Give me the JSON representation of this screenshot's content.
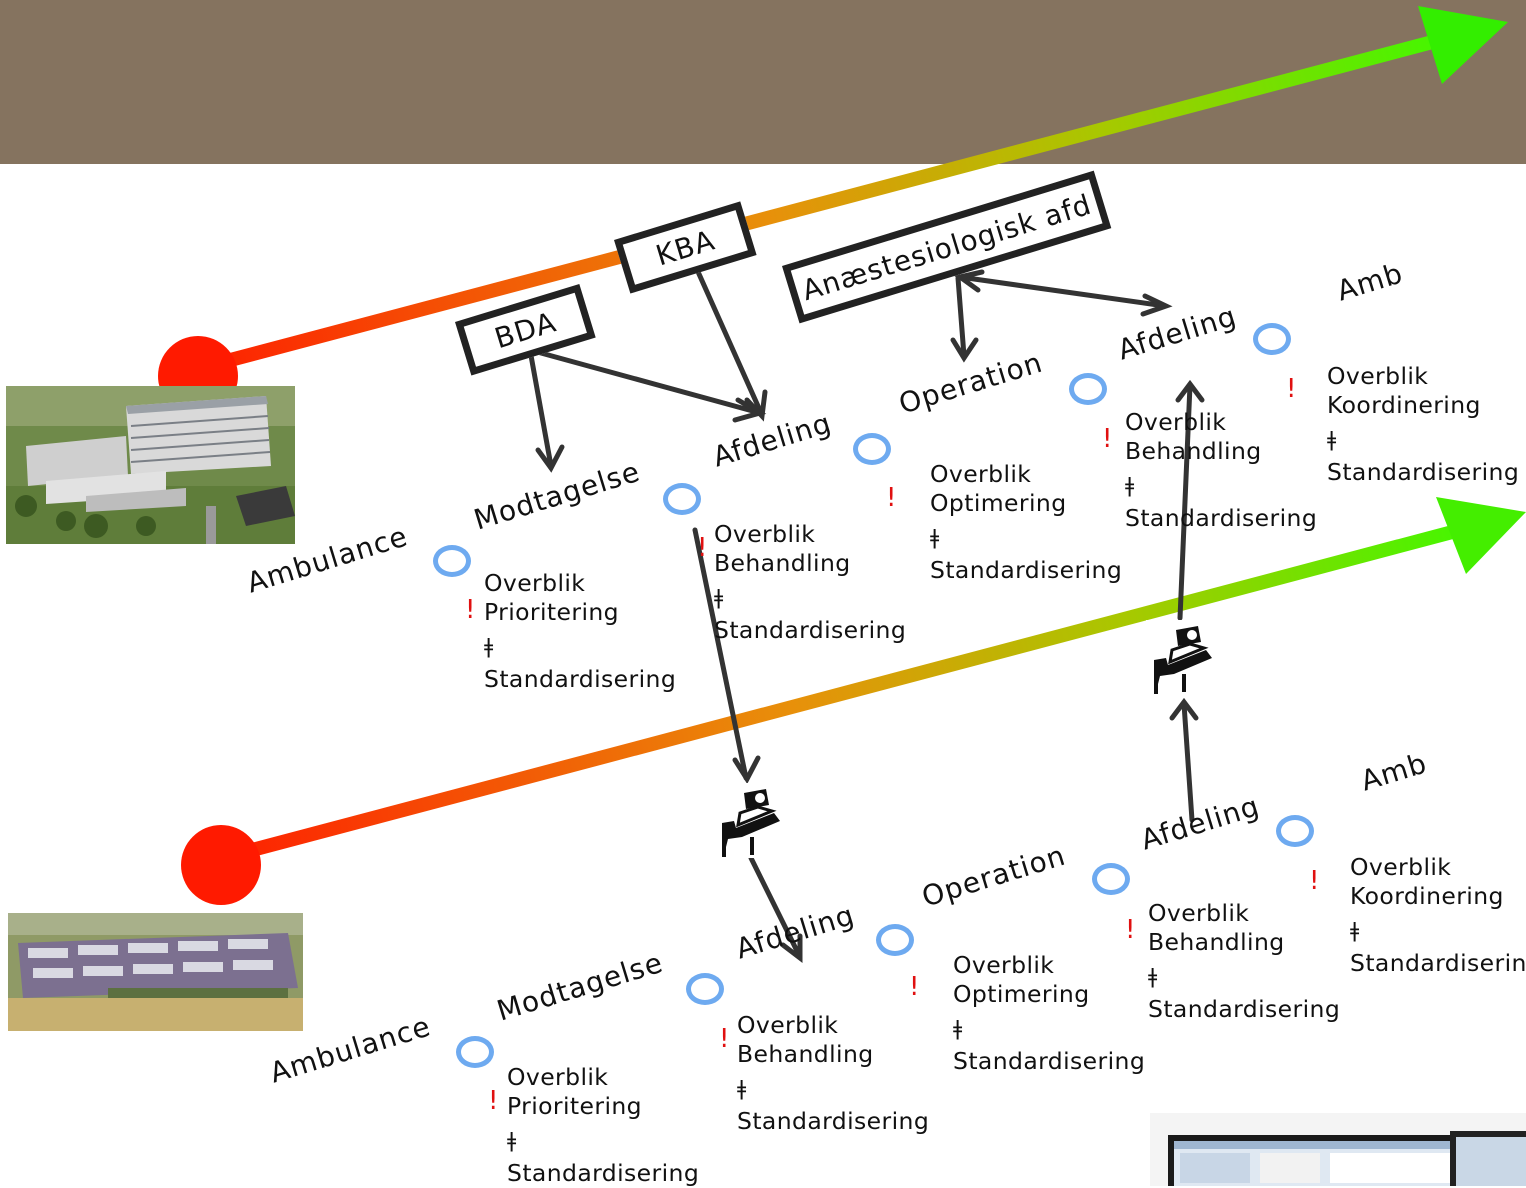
{
  "colors": {
    "header": "#85735f",
    "arrow_start": "#ff1a00",
    "arrow_end": "#33ff00",
    "node_ring": "#6eaaf0",
    "warning": "#e01010",
    "box_border": "#222222",
    "connector": "#333333"
  },
  "top_flow": {
    "stages": {
      "ambulance": "Ambulance",
      "modtagelse": "Modtagelse",
      "afdeling1": "Afdeling",
      "operation": "Operation",
      "afdeling2": "Afdeling",
      "amb": "Amb"
    },
    "blocks": {
      "modtagelse": {
        "l1": "Overblik",
        "l2": "Prioritering",
        "sym": "ǂ",
        "l3": "Standardisering"
      },
      "afdeling1": {
        "l1": "Overblik",
        "l2": "Behandling",
        "sym": "ǂ",
        "l3": "Standardisering"
      },
      "operation": {
        "l1": "Overblik",
        "l2": "Optimering",
        "sym": "ǂ",
        "l3": "Standardisering"
      },
      "afdeling2": {
        "l1": "Overblik",
        "l2": "Behandling",
        "sym": "ǂ",
        "l3": "Standardisering"
      },
      "amb": {
        "l1": "Overblik",
        "l2": "Koordinering",
        "sym": "ǂ",
        "l3": "Standardisering"
      }
    },
    "boxes": {
      "bda": "BDA",
      "kba": "KBA",
      "anaest": "Anæstesiologisk afd"
    }
  },
  "bottom_flow": {
    "stages": {
      "ambulance": "Ambulance",
      "modtagelse": "Modtagelse",
      "afdeling1": "Afdeling",
      "operation": "Operation",
      "afdeling2": "Afdeling",
      "amb": "Amb"
    },
    "blocks": {
      "modtagelse": {
        "l1": "Overblik",
        "l2": "Prioritering",
        "sym": "ǂ",
        "l3": "Standardisering"
      },
      "afdeling1": {
        "l1": "Overblik",
        "l2": "Behandling",
        "sym": "ǂ",
        "l3": "Standardisering"
      },
      "operation": {
        "l1": "Overblik",
        "l2": "Optimering",
        "sym": "ǂ",
        "l3": "Standardisering"
      },
      "afdeling2": {
        "l1": "Overblik",
        "l2": "Behandling",
        "sym": "ǂ",
        "l3": "Standardisering"
      },
      "amb": {
        "l1": "Overblik",
        "l2": "Koordinering",
        "sym": "ǂ",
        "l3": "Standardiserin"
      }
    }
  },
  "warning_mark": "!",
  "icons": [
    "hospital-photo-icon",
    "bed-icon",
    "computer-screen-icon",
    "circle-node-icon"
  ]
}
